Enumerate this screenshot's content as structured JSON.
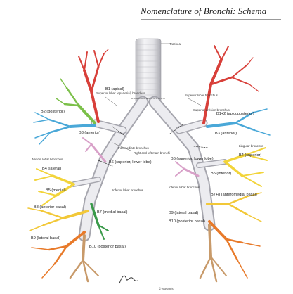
{
  "header": {
    "title": "Nomenclature of Bronchi: Schema"
  },
  "labels": {
    "trachea": "Trachea",
    "superior_lobar_bronchus": "Superior lobar bronchus",
    "superior_lobar_eparterial": "Superior lobar (eparterial) bronchus",
    "superior_division_bronchus": "Superior division bronchus",
    "right_left_main": "Right and left main bronchi",
    "intermediate": "Intermediate bronchus",
    "middle_lobar": "Middle lobar bronchus",
    "inferior_lobar_right": "Inferior lobar bronchus",
    "inferior_lobar_left": "Inferior lobar bronchus",
    "lingular": "Lingular bronchus"
  },
  "right_segments": {
    "b1": "B1 (apical)",
    "b2": "B2 (posterior)",
    "b3": "B3 (anterior)",
    "b4": "B4 (lateral)",
    "b5": "B5 (medial)",
    "b6": "B6 (superior, lower lobe)",
    "b7": "B7 (medial basal)",
    "b8": "B8 (anterior basal)",
    "b9": "B9 (lateral basal)",
    "b10": "B10 (posterior basal)"
  },
  "left_segments": {
    "b12": "B1+2 (apicoposterior)",
    "b3": "B3 (anterior)",
    "b4": "B4 (superior)",
    "b5": "B5 (inferior)",
    "b6": "B6 (superior, lower lobe)",
    "b78": "B7+8 (anteromedial basal)",
    "b9": "B9 (lateral basal)",
    "b10": "B10 (posterior basal)"
  },
  "copyright": "© Novartis",
  "colors": {
    "trachea": "#e6e6e8",
    "apical": "#d8403a",
    "posterior": "#7cc04a",
    "anterior": "#4aa8d8",
    "superior_lower": "#d8a0c8",
    "lateral_middle": "#f2d43a",
    "medial_basal": "#3a9a4a",
    "anterior_basal": "#f2c838",
    "lateral_basal": "#e87a2a",
    "posterior_basal": "#c89a6a"
  }
}
